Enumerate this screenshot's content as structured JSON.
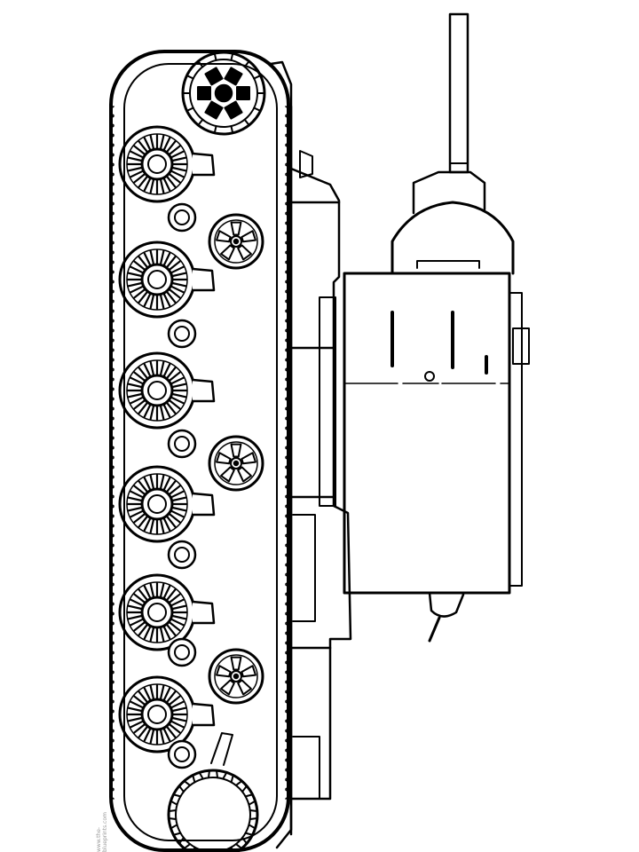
{
  "drawing": {
    "subject": "tank-line-drawing-side-view-rotated",
    "line_color": "#000000",
    "background_color": "#ffffff",
    "road_wheel_count": 6,
    "return_roller_count": 6,
    "idler_wheel_count": 3,
    "watermark_text": "www.the-blueprints.com"
  }
}
